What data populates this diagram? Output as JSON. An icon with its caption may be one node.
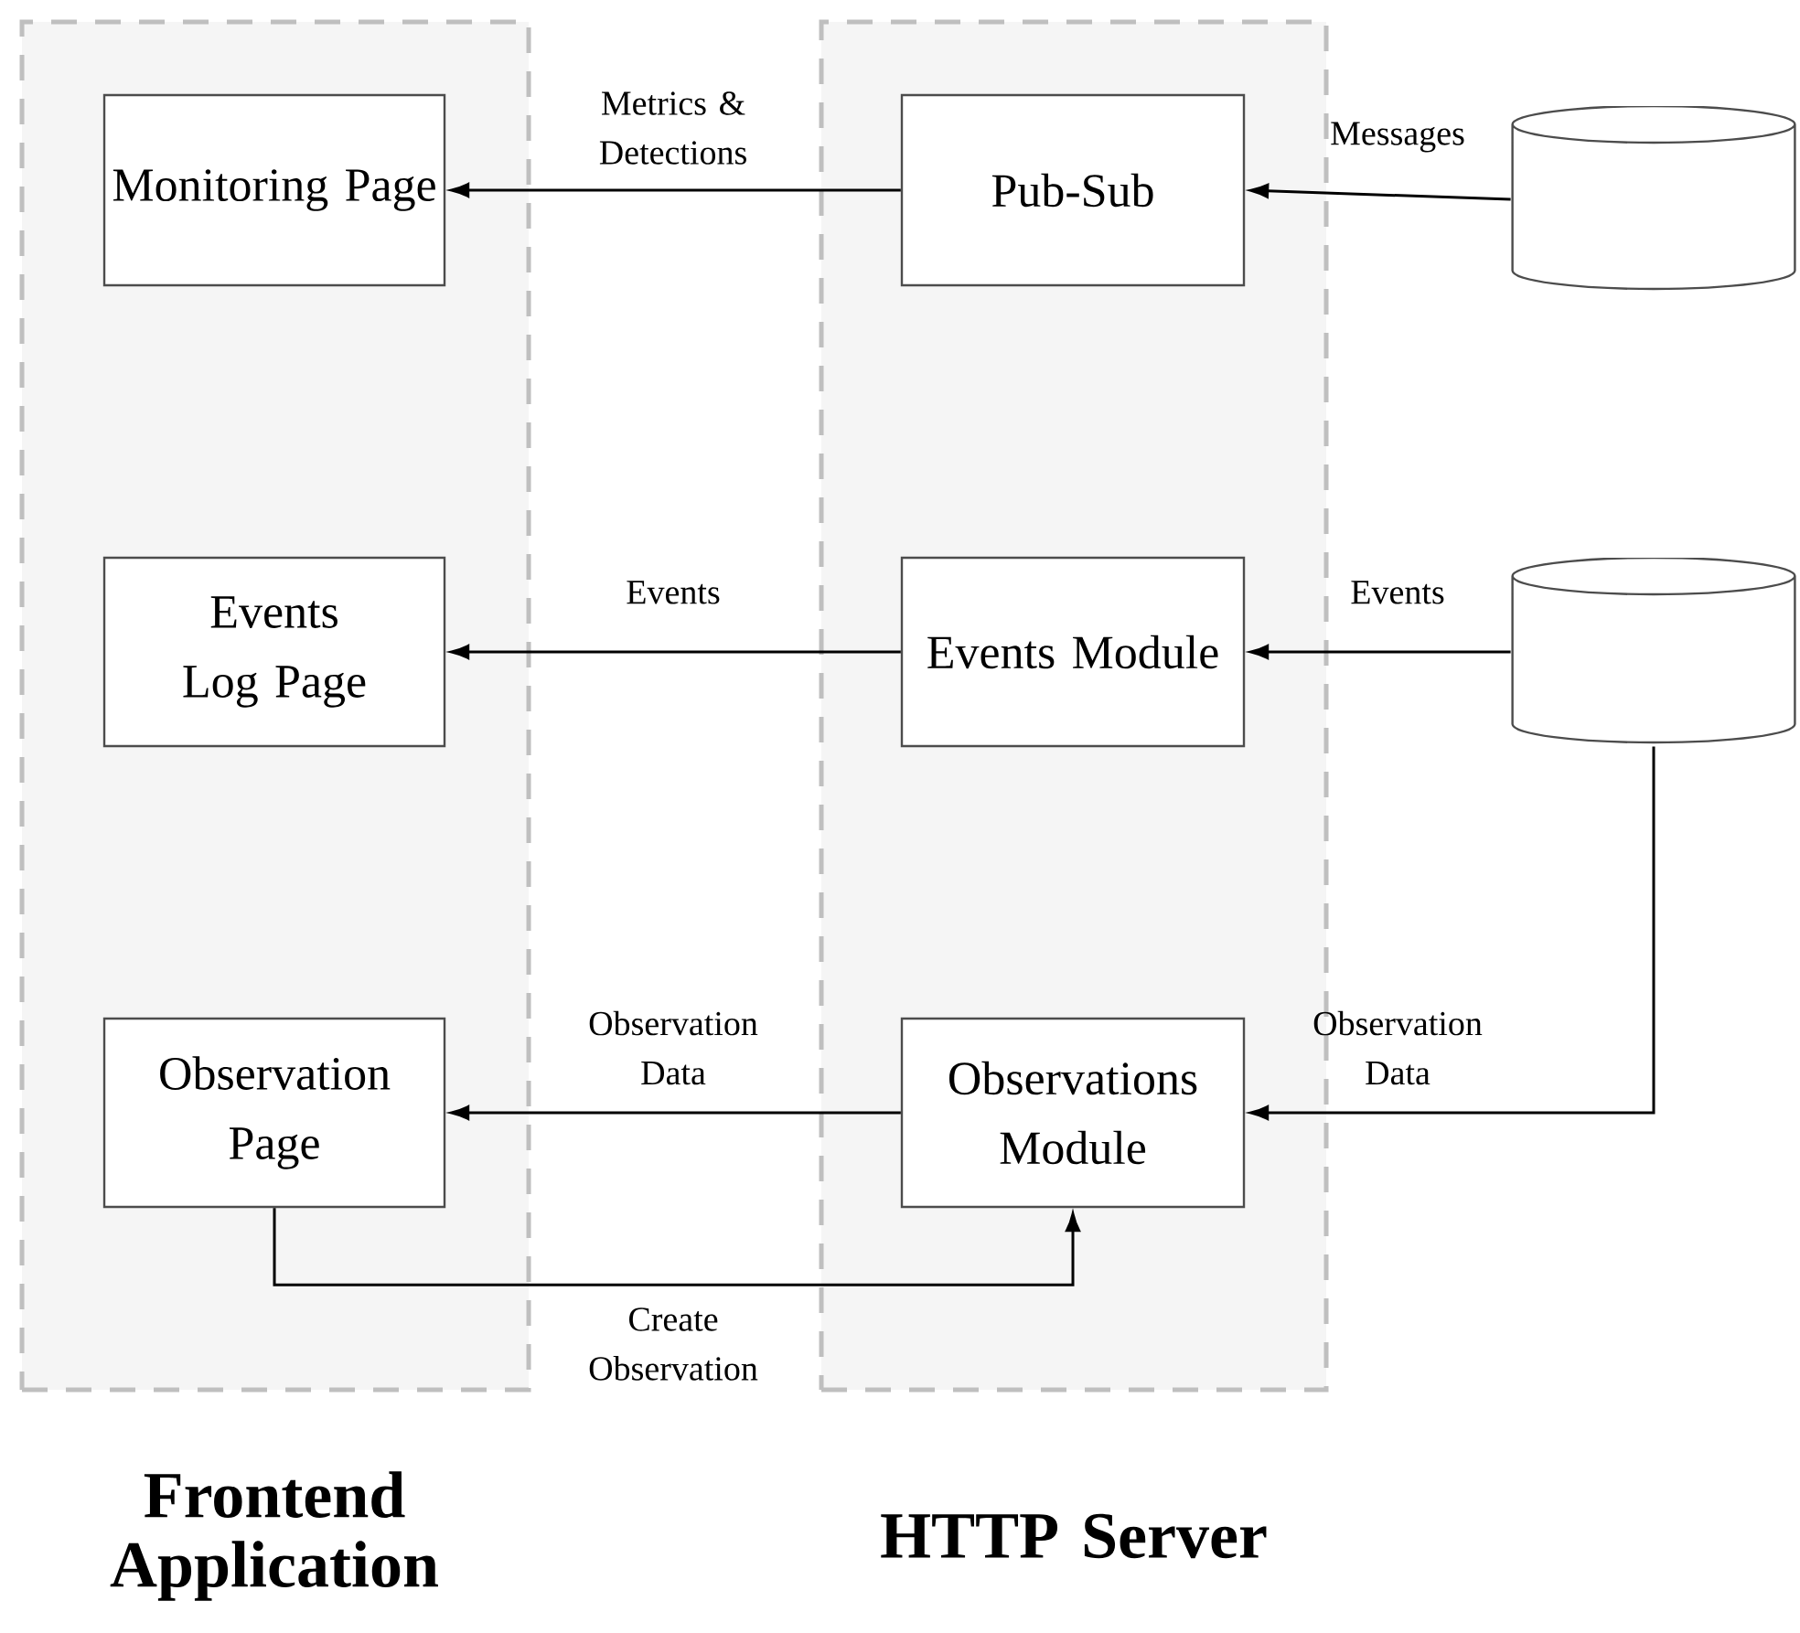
{
  "diagram": {
    "nodes": [
      {
        "text": [
          "Frontend Application"
        ]
      },
      {
        "text": [
          "HTTP Server"
        ]
      },
      {
        "text": [
          "Monitoring Page"
        ],
        "in": 0
      },
      {
        "text": [
          "Events Log Page"
        ],
        "in": 0
      },
      {
        "text": [
          "Observation Page"
        ],
        "in": 0
      },
      {
        "text": [
          "Pub-Sub"
        ],
        "in": 1
      },
      {
        "text": [
          "Events Module"
        ],
        "in": 1
      },
      {
        "text": [
          "Observations Module"
        ],
        "in": 1
      },
      {
        "text": [],
        "shape": "cylinder"
      },
      {
        "text": [],
        "shape": "cylinder"
      }
    ],
    "edges": [
      {
        "from": 5,
        "to": 2,
        "arrow": "to",
        "label": "Metrics & Detections"
      },
      {
        "from": 8,
        "to": 5,
        "arrow": "to",
        "label": "Messages"
      },
      {
        "from": 6,
        "to": 3,
        "arrow": "to",
        "label": "Events"
      },
      {
        "from": 9,
        "to": 6,
        "arrow": "to",
        "label": "Events"
      },
      {
        "from": 7,
        "to": 4,
        "arrow": "to",
        "label": "Observation Data"
      },
      {
        "from": 9,
        "to": 7,
        "arrow": "to",
        "label": "Observation Data"
      },
      {
        "from": 4,
        "to": 7,
        "arrow": "to",
        "label": "Create Observation"
      }
    ]
  }
}
